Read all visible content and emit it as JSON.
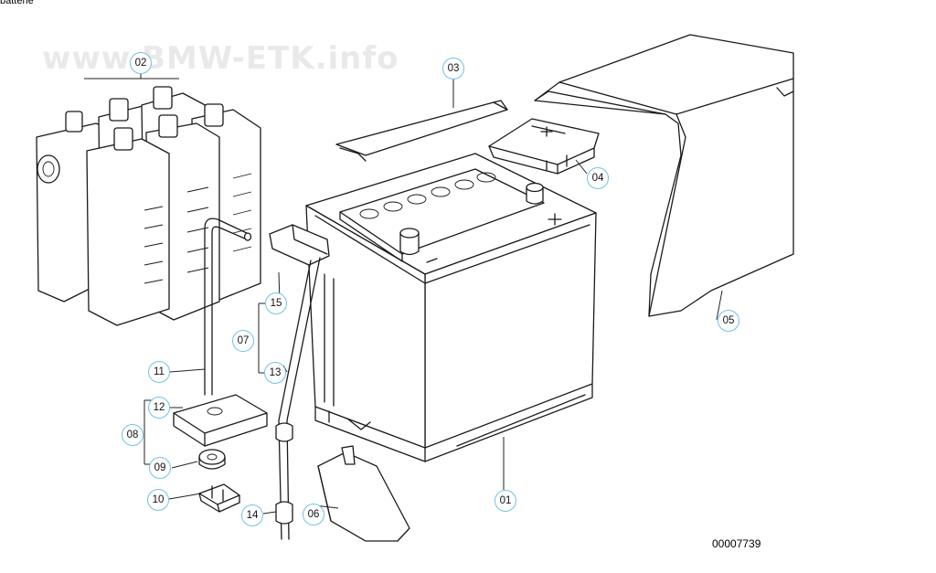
{
  "title": "batterie",
  "watermark": "www.BMW-ETK.info",
  "diagram_id": "00007739",
  "callouts": [
    "01",
    "02",
    "03",
    "04",
    "05",
    "06",
    "07",
    "08",
    "09",
    "10",
    "11",
    "12",
    "13",
    "14",
    "15"
  ],
  "colors": {
    "callout_ring": "#6fc2e6",
    "line": "#1a1a1a",
    "watermark": "#e9e9e9"
  }
}
